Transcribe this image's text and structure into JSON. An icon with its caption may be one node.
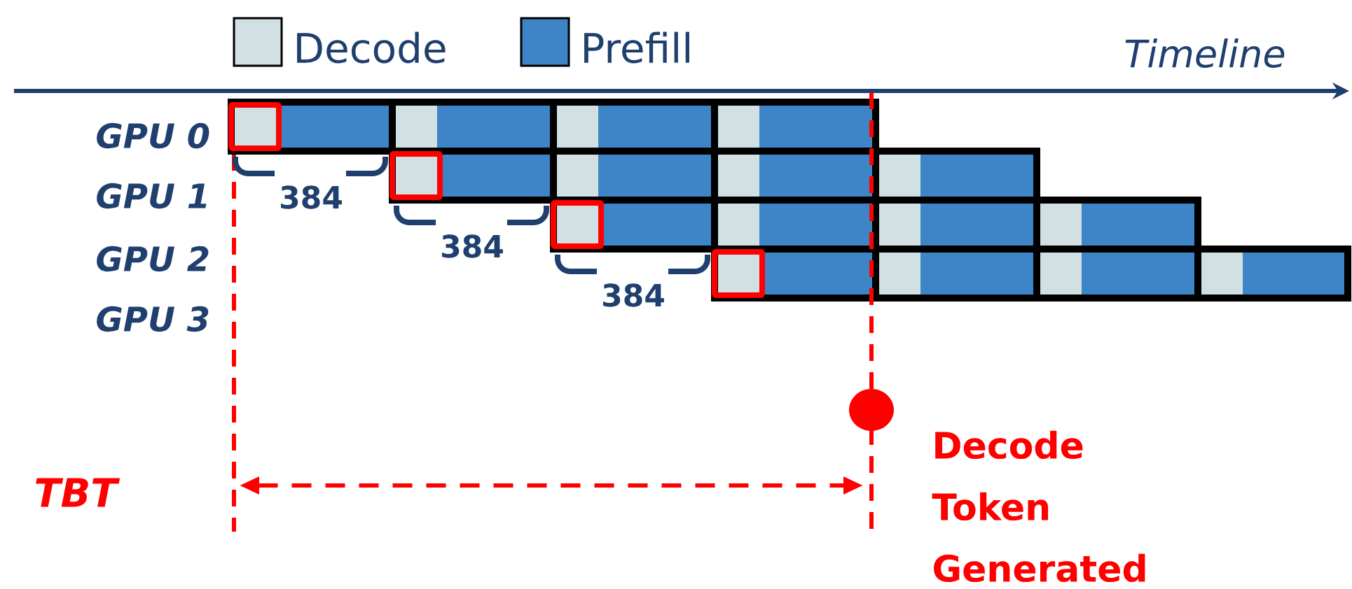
{
  "diagram": {
    "labels": [
      "Timeline",
      "GPU 0",
      "GPU 1",
      "GPU 2",
      "GPU 3",
      "384",
      "384",
      "384",
      "TBT",
      "Decode Token Generated"
    ],
    "legend": [
      {
        "text": "Decode",
        "color": "#d0e0e3"
      },
      {
        "text": "Prefill",
        "color": "#3d85c6"
      }
    ]
  }
}
